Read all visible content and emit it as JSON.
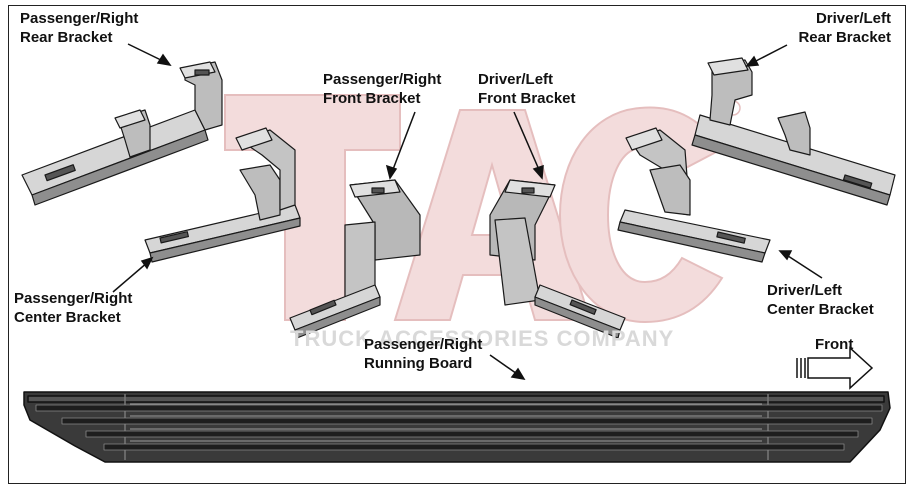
{
  "labels": {
    "passenger_right_rear": [
      "Passenger/Right",
      "Rear Bracket"
    ],
    "passenger_right_front": [
      "Passenger/Right",
      "Front Bracket"
    ],
    "driver_left_front": [
      "Driver/Left",
      "Front Bracket"
    ],
    "driver_left_rear": [
      "Driver/Left",
      "Rear Bracket"
    ],
    "passenger_right_center": [
      "Passenger/Right",
      "Center Bracket"
    ],
    "driver_left_center": [
      "Driver/Left",
      "Center Bracket"
    ],
    "running_board": [
      "Passenger/Right",
      "Running Board"
    ],
    "front": "Front"
  },
  "watermark": {
    "logo_text": "TAC",
    "company": "TRUCK ACCESSORIES COMPANY"
  },
  "colors": {
    "bracket_fill": "#c9c9c9",
    "bracket_stroke": "#1a1a1a",
    "board_fill": "#3a3a3a",
    "watermark_red": "#f0d4d4"
  }
}
